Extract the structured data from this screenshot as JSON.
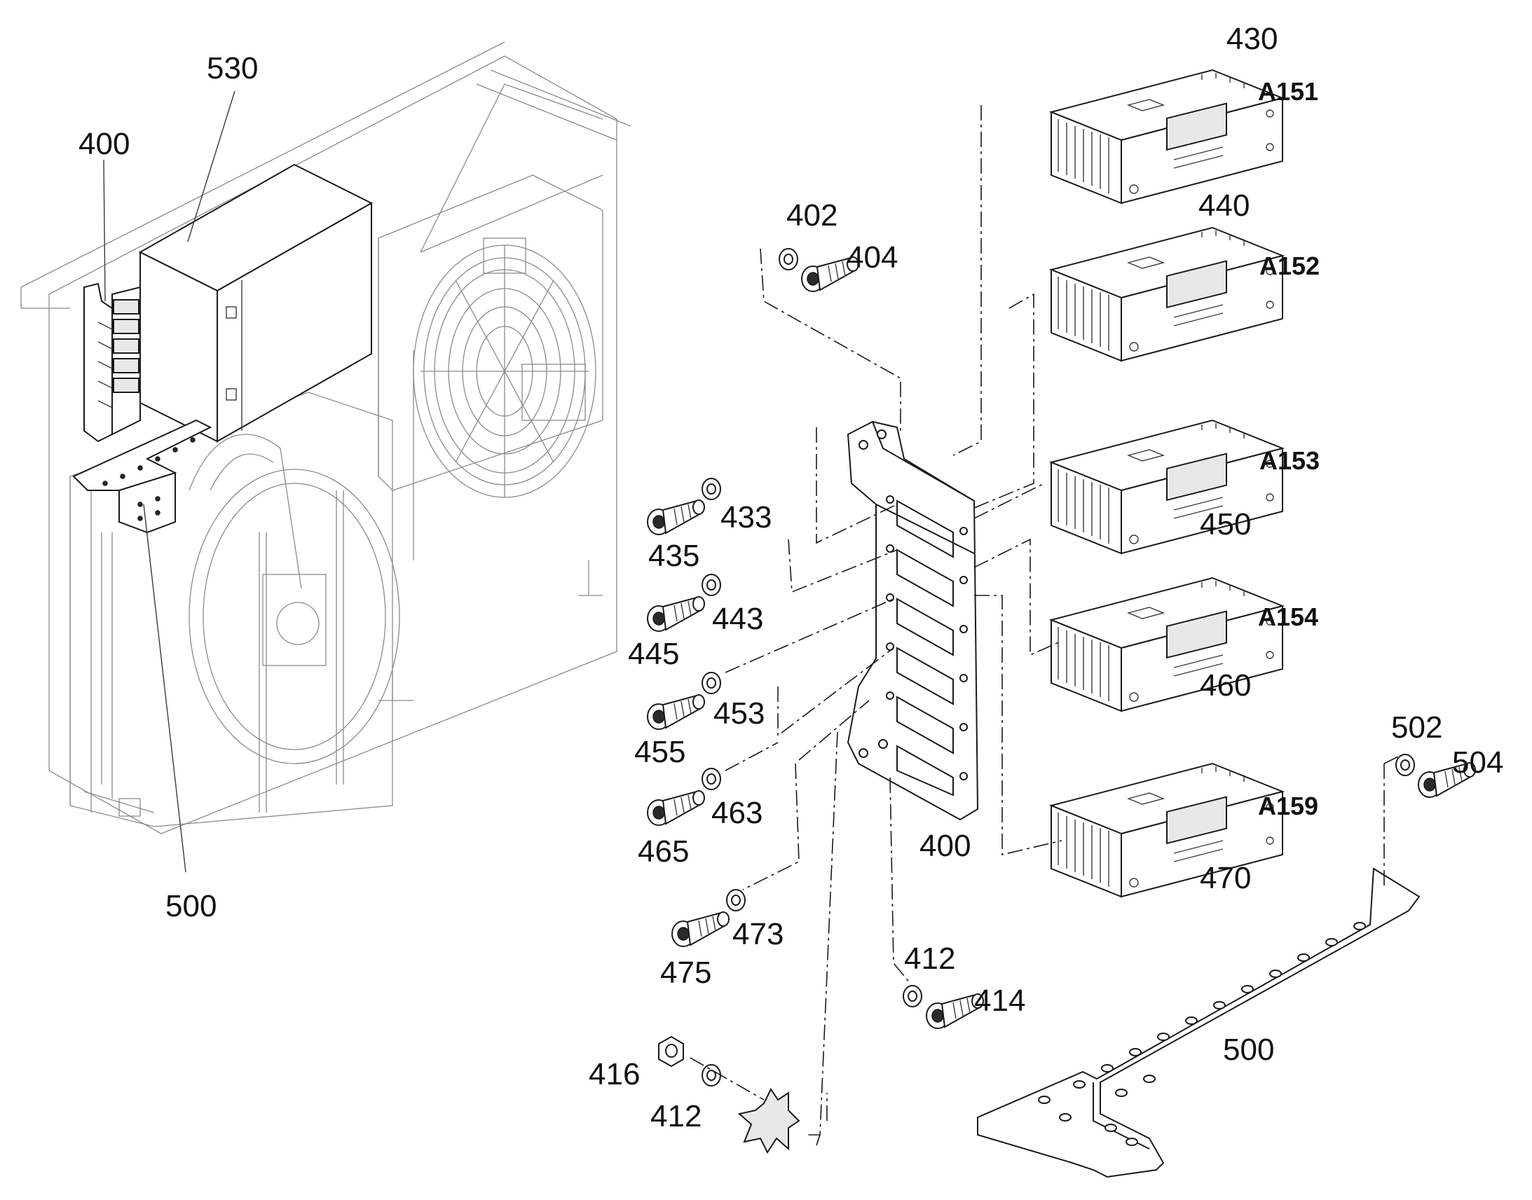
{
  "labels": {
    "l530": "530",
    "l400a": "400",
    "l500a": "500",
    "l402": "402",
    "l404": "404",
    "l430": "430",
    "l440": "440",
    "l450": "450",
    "l460": "460",
    "l470": "470",
    "l433": "433",
    "l435": "435",
    "l443": "443",
    "l445": "445",
    "l453": "453",
    "l455": "455",
    "l463": "463",
    "l465": "465",
    "l473": "473",
    "l475": "475",
    "l400b": "400",
    "l412a": "412",
    "l414": "414",
    "l416": "416",
    "l412b": "412",
    "l500b": "500",
    "l502": "502",
    "l504": "504"
  },
  "refs": {
    "a151": "A151",
    "a152": "A152",
    "a153": "A153",
    "a154": "A154",
    "a159": "A159"
  }
}
